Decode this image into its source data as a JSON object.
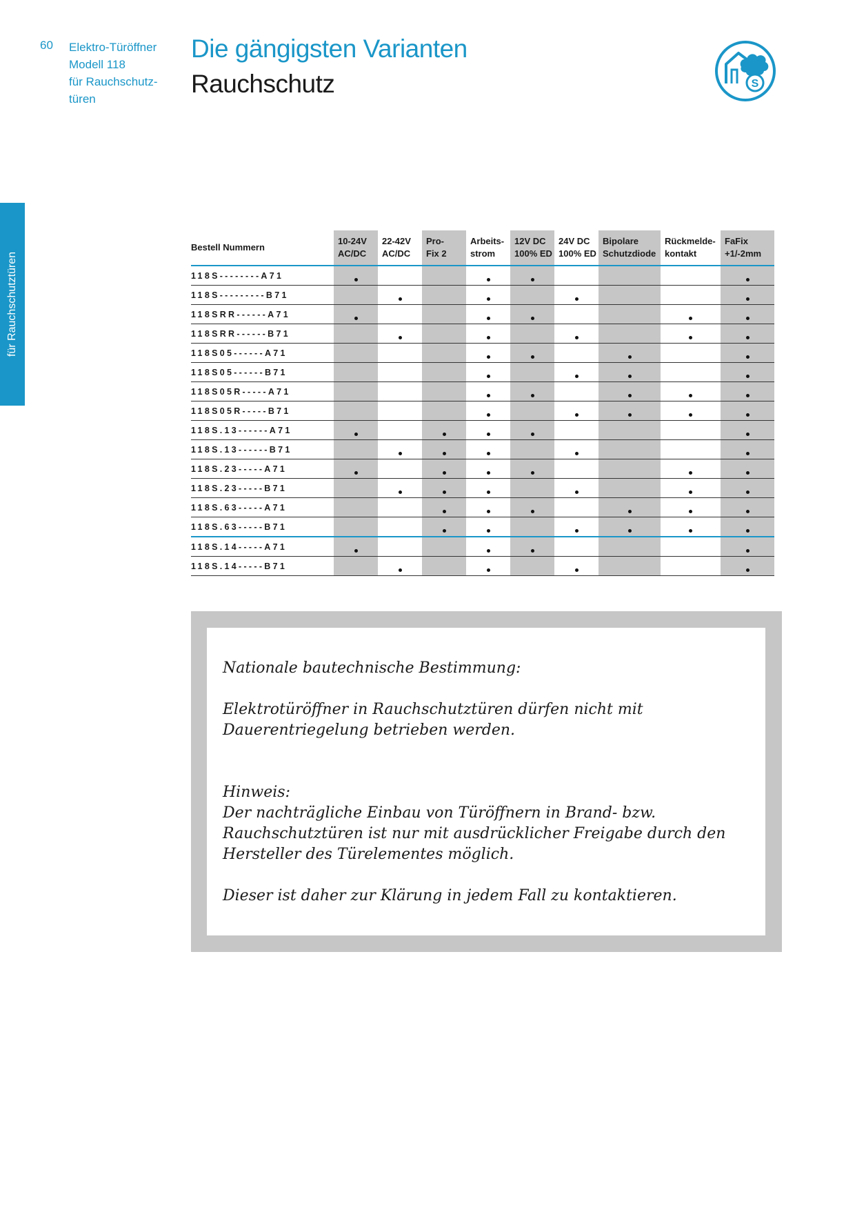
{
  "header": {
    "page_number": "60",
    "meta_lines": [
      "Elektro-Türöffner",
      "Modell 118",
      "für Rauchschutz-",
      "türen"
    ],
    "title": "Die gängigsten Varianten",
    "subtitle": "Rauchschutz",
    "logo_icon": "smoke-protection-s-icon",
    "logo_letter": "S"
  },
  "side_tab": {
    "label": "für Rauchschutztüren"
  },
  "colors": {
    "accent": "#1a96c8",
    "shade": "#c6c6c6"
  },
  "table": {
    "order_header": "Bestell Nummern",
    "columns": [
      {
        "line1": "10-24V",
        "line2": "AC/DC",
        "shaded": true
      },
      {
        "line1": "22-42V",
        "line2": "AC/DC",
        "shaded": false
      },
      {
        "line1": "Pro-",
        "line2": "Fix 2",
        "shaded": true
      },
      {
        "line1": "Arbeits-",
        "line2": "strom",
        "shaded": false
      },
      {
        "line1": "12V DC",
        "line2": "100% ED",
        "shaded": true
      },
      {
        "line1": "24V DC",
        "line2": "100% ED",
        "shaded": false
      },
      {
        "line1": "Bipolare",
        "line2": "Schutzdiode",
        "shaded": true
      },
      {
        "line1": "Rückmelde-",
        "line2": "kontakt",
        "shaded": false
      },
      {
        "line1": "FaFix",
        "line2": "+1/-2mm",
        "shaded": true
      }
    ],
    "rows": [
      {
        "order": "118S--------A71",
        "marks": [
          1,
          0,
          0,
          1,
          1,
          0,
          0,
          0,
          1
        ]
      },
      {
        "order": "118S---------B71",
        "marks": [
          0,
          1,
          0,
          1,
          0,
          1,
          0,
          0,
          1
        ]
      },
      {
        "order": "118SRR------A71",
        "marks": [
          1,
          0,
          0,
          1,
          1,
          0,
          0,
          1,
          1
        ]
      },
      {
        "order": "118SRR------B71",
        "marks": [
          0,
          1,
          0,
          1,
          0,
          1,
          0,
          1,
          1
        ]
      },
      {
        "order": "118S05------A71",
        "marks": [
          0,
          0,
          0,
          1,
          1,
          0,
          1,
          0,
          1
        ]
      },
      {
        "order": "118S05------B71",
        "marks": [
          0,
          0,
          0,
          1,
          0,
          1,
          1,
          0,
          1
        ]
      },
      {
        "order": "118S05R-----A71",
        "marks": [
          0,
          0,
          0,
          1,
          1,
          0,
          1,
          1,
          1
        ]
      },
      {
        "order": "118S05R-----B71",
        "marks": [
          0,
          0,
          0,
          1,
          0,
          1,
          1,
          1,
          1
        ]
      },
      {
        "order": "118S.13------A71",
        "marks": [
          1,
          0,
          1,
          1,
          1,
          0,
          0,
          0,
          1
        ]
      },
      {
        "order": "118S.13------B71",
        "marks": [
          0,
          1,
          1,
          1,
          0,
          1,
          0,
          0,
          1
        ]
      },
      {
        "order": "118S.23-----A71",
        "marks": [
          1,
          0,
          1,
          1,
          1,
          0,
          0,
          1,
          1
        ]
      },
      {
        "order": "118S.23-----B71",
        "marks": [
          0,
          1,
          1,
          1,
          0,
          1,
          0,
          1,
          1
        ]
      },
      {
        "order": "118S.63-----A71",
        "marks": [
          0,
          0,
          1,
          1,
          1,
          0,
          1,
          1,
          1
        ]
      },
      {
        "order": "118S.63-----B71",
        "marks": [
          0,
          0,
          1,
          1,
          0,
          1,
          1,
          1,
          1
        ],
        "blue_separator": true
      },
      {
        "order": "118S.14-----A71",
        "marks": [
          1,
          0,
          0,
          1,
          1,
          0,
          0,
          0,
          1
        ]
      },
      {
        "order": "118S.14-----B71",
        "marks": [
          0,
          1,
          0,
          1,
          0,
          1,
          0,
          0,
          1
        ]
      }
    ]
  },
  "notice": {
    "heading1": "Nationale bautechnische Bestimmung:",
    "text1": "Elektrotüröffner in Rauchschutztüren dürfen nicht mit Dauerentriegelung betrieben werden.",
    "heading2": "Hinweis:",
    "text2": "Der nachträgliche Einbau von Türöffnern in Brand- bzw. Rauchschutztüren ist nur mit ausdrücklicher Freigabe durch den Hersteller des Türelementes möglich.",
    "text3": "Dieser ist daher zur Klärung in jedem Fall zu kontaktieren."
  }
}
